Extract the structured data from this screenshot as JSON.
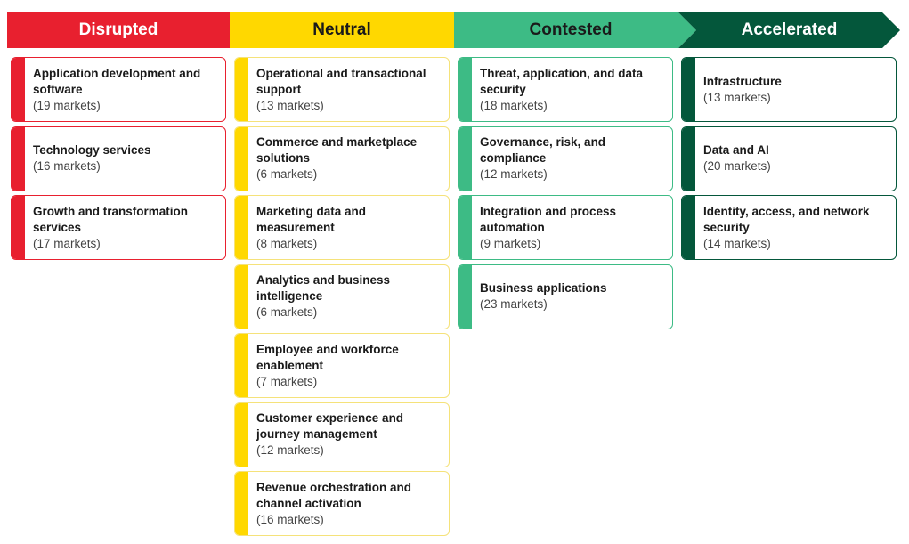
{
  "columns": [
    {
      "key": "disrupted",
      "label": "Disrupted",
      "color": "#E8202F",
      "border_color": "#E8202F",
      "text_color": "#ffffff",
      "cards": [
        {
          "title": "Application development and software",
          "count": "(19 markets)"
        },
        {
          "title": "Technology services",
          "count": "(16 markets)"
        },
        {
          "title": "Growth and transformation services",
          "count": "(17 markets)"
        }
      ]
    },
    {
      "key": "neutral",
      "label": "Neutral",
      "color": "#FFD800",
      "border_color": "#F5E27A",
      "text_color": "#1a1a1a",
      "cards": [
        {
          "title": "Operational and transactional support",
          "count": "(13 markets)"
        },
        {
          "title": "Commerce and marketplace solutions",
          "count": "(6 markets)"
        },
        {
          "title": "Marketing data and measurement",
          "count": "(8 markets)"
        },
        {
          "title": "Analytics and business intelligence",
          "count": "(6 markets)"
        },
        {
          "title": "Employee and workforce enablement",
          "count": "(7 markets)"
        },
        {
          "title": "Customer experience and journey management",
          "count": "(12 markets)"
        },
        {
          "title": "Revenue orchestration and channel activation",
          "count": "(16 markets)"
        }
      ]
    },
    {
      "key": "contested",
      "label": "Contested",
      "color": "#3DBB85",
      "border_color": "#3DBB85",
      "text_color": "#1a1a1a",
      "cards": [
        {
          "title": "Threat, application, and data security",
          "count": "(18 markets)"
        },
        {
          "title": "Governance, risk, and compliance",
          "count": "(12 markets)"
        },
        {
          "title": "Integration and process automation",
          "count": "(9 markets)"
        },
        {
          "title": "Business applications",
          "count": "(23 markets)"
        }
      ]
    },
    {
      "key": "accelerated",
      "label": "Accelerated",
      "color": "#04573B",
      "border_color": "#04573B",
      "text_color": "#ffffff",
      "cards": [
        {
          "title": "Infrastructure",
          "count": "(13 markets)"
        },
        {
          "title": "Data and AI",
          "count": "(20 markets)"
        },
        {
          "title": "Identity, access, and network security",
          "count": "(14 markets)"
        }
      ]
    }
  ]
}
